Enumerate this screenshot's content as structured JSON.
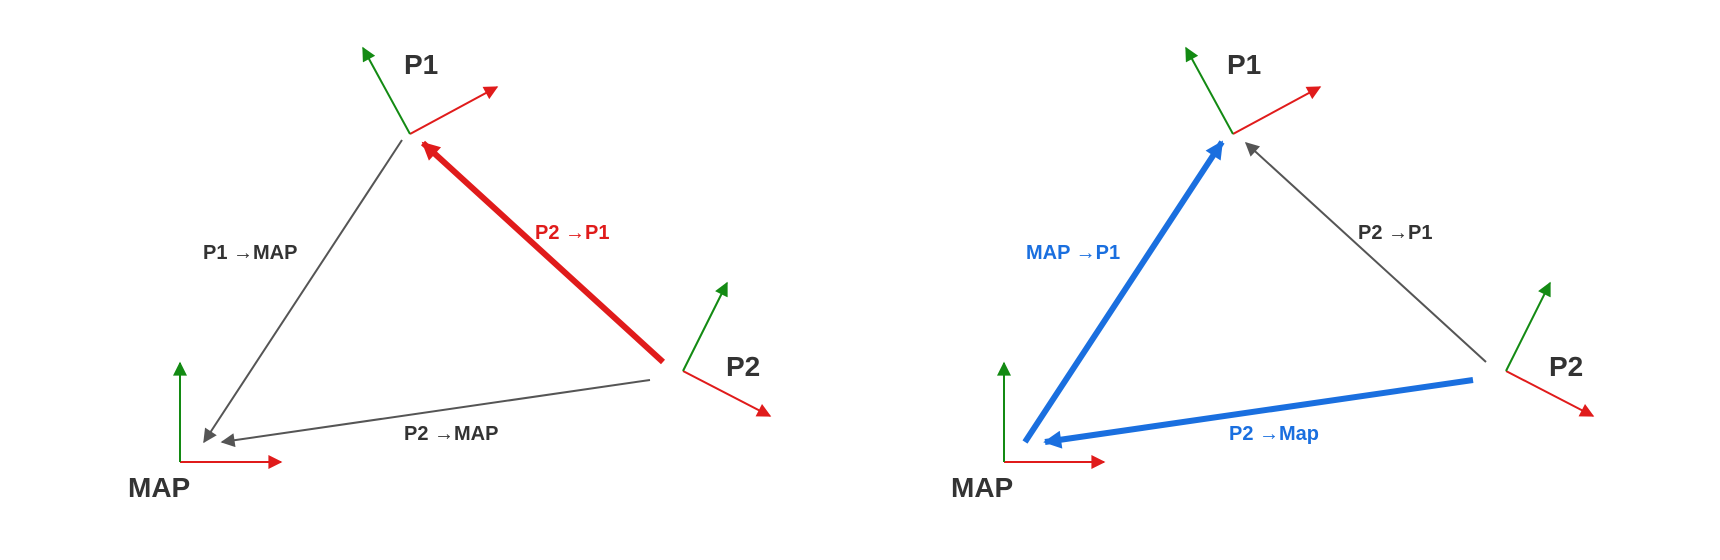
{
  "colors": {
    "x_axis": "#e01b1b",
    "y_axis": "#138a13",
    "neutral": "#555555",
    "text_dark": "#333333",
    "highlight_left": "#e01b1b",
    "highlight_right": "#1a6fdf"
  },
  "panels": [
    {
      "frames": {
        "p1": "P1",
        "p2": "P2",
        "map": "MAP"
      },
      "edges": {
        "p1_map": "P1 →MAP",
        "p2_p1": "P2 →P1",
        "p2_map": "P2 →MAP"
      }
    },
    {
      "frames": {
        "p1": "P1",
        "p2": "P2",
        "map": "MAP"
      },
      "edges": {
        "map_p1": "MAP →P1",
        "p2_p1": "P2 →P1",
        "p2_map": "P2 →Map"
      }
    }
  ]
}
